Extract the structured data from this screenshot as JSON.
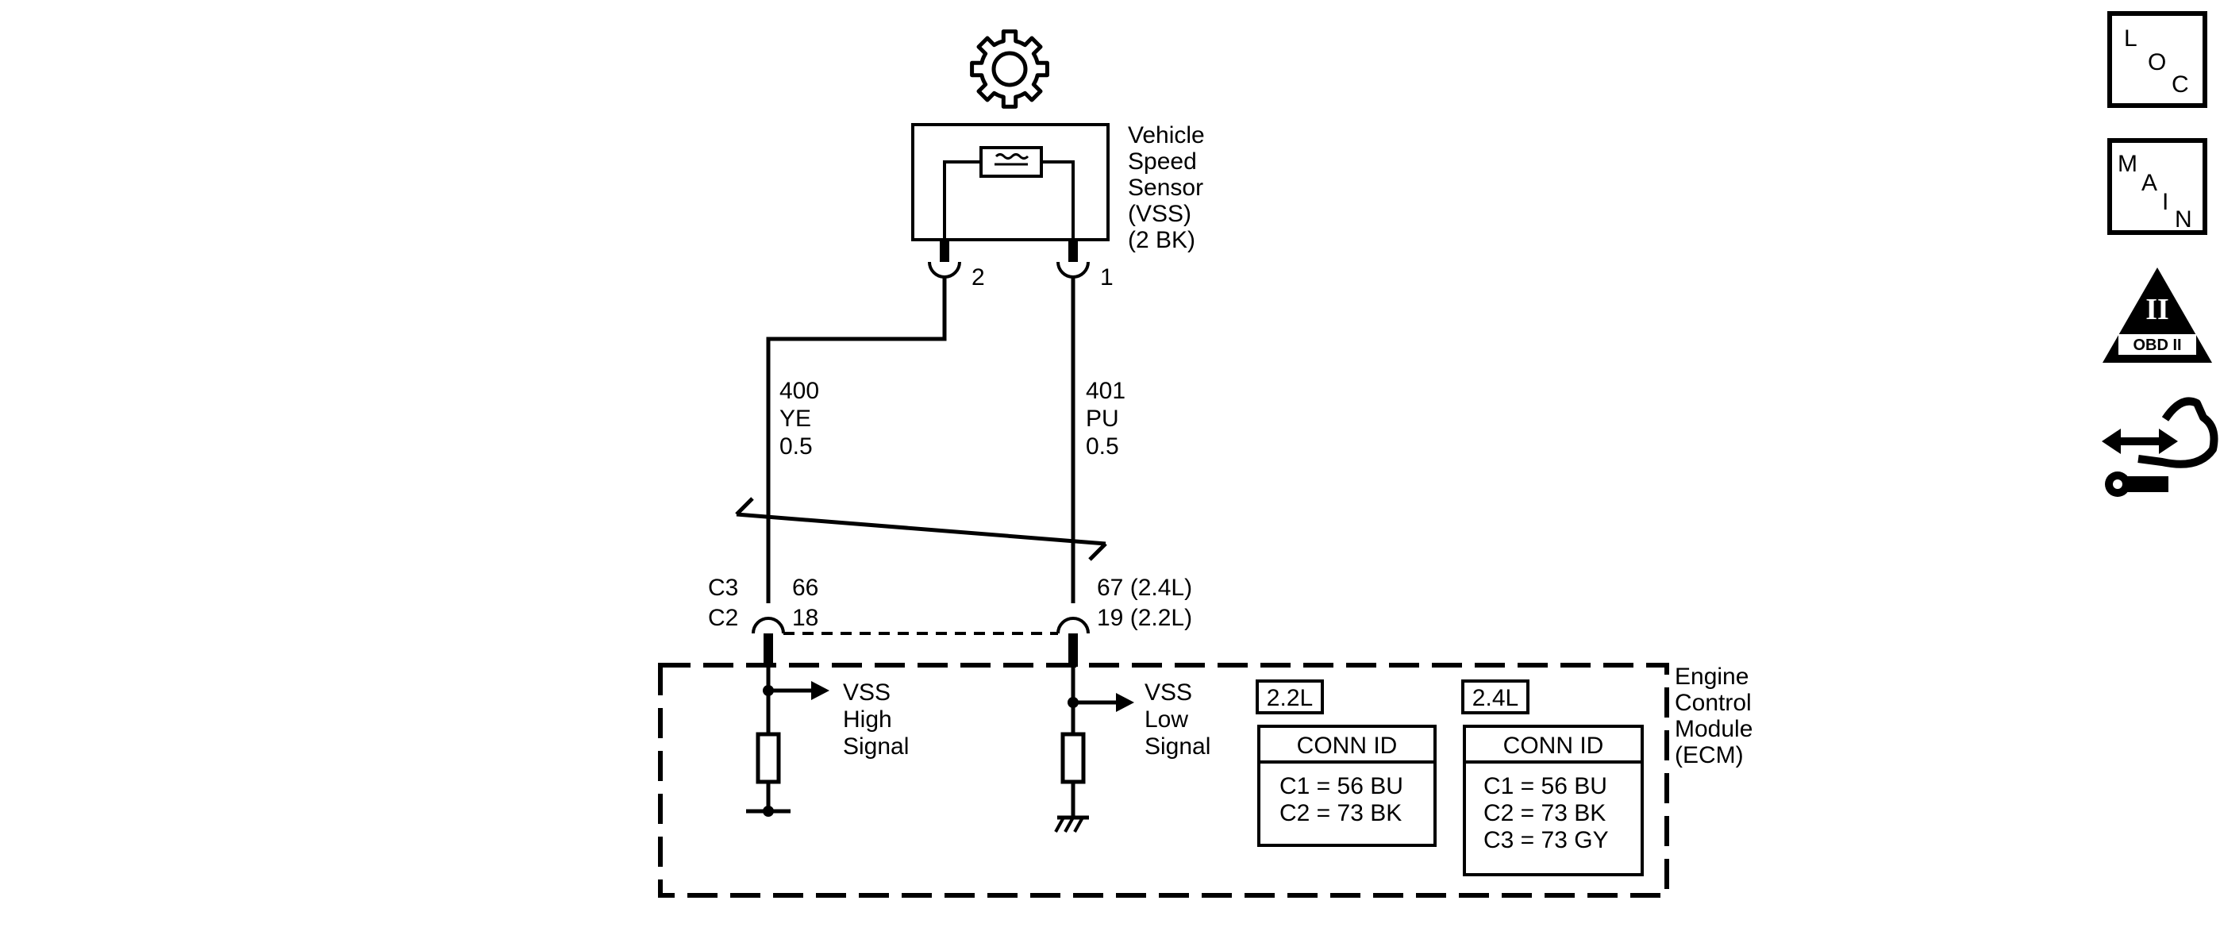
{
  "sensor": {
    "name_lines": [
      "Vehicle",
      "Speed",
      "Sensor",
      "(VSS)",
      "(2 BK)"
    ],
    "pin_left": "2",
    "pin_right": "1"
  },
  "wire_left": {
    "circuit": "400",
    "color": "YE",
    "gauge": "0.5"
  },
  "wire_right": {
    "circuit": "401",
    "color": "PU",
    "gauge": "0.5"
  },
  "ecm_connector": {
    "left_c3_label": "C3",
    "left_c2_label": "C2",
    "left_c3_pin": "66",
    "left_c2_pin": "18",
    "right_c3_pin": "67 (2.4L)",
    "right_c2_pin": "19 (2.2L)"
  },
  "ecm": {
    "name_lines": [
      "Engine",
      "Control",
      "Module",
      "(ECM)"
    ],
    "high_signal_lines": [
      "VSS",
      "High",
      "Signal"
    ],
    "low_signal_lines": [
      "VSS",
      "Low",
      "Signal"
    ]
  },
  "conn_tables": [
    {
      "engine": "2.2L",
      "header": "CONN ID",
      "rows": [
        "C1 = 56 BU",
        "C2 = 73 BK"
      ]
    },
    {
      "engine": "2.4L",
      "header": "CONN ID",
      "rows": [
        "C1 = 56 BU",
        "C2 = 73 BK",
        "C3 = 73 GY"
      ]
    }
  ],
  "nav": {
    "loc": {
      "letters": [
        "L",
        "O",
        "C"
      ]
    },
    "main": {
      "letters": [
        "M",
        "A",
        "I",
        "N"
      ]
    },
    "obd": {
      "numeral": "II",
      "label": "OBD II"
    },
    "icon_names": [
      "loc-icon",
      "main-icon",
      "obd-ii-icon",
      "diagnostic-icon"
    ]
  }
}
